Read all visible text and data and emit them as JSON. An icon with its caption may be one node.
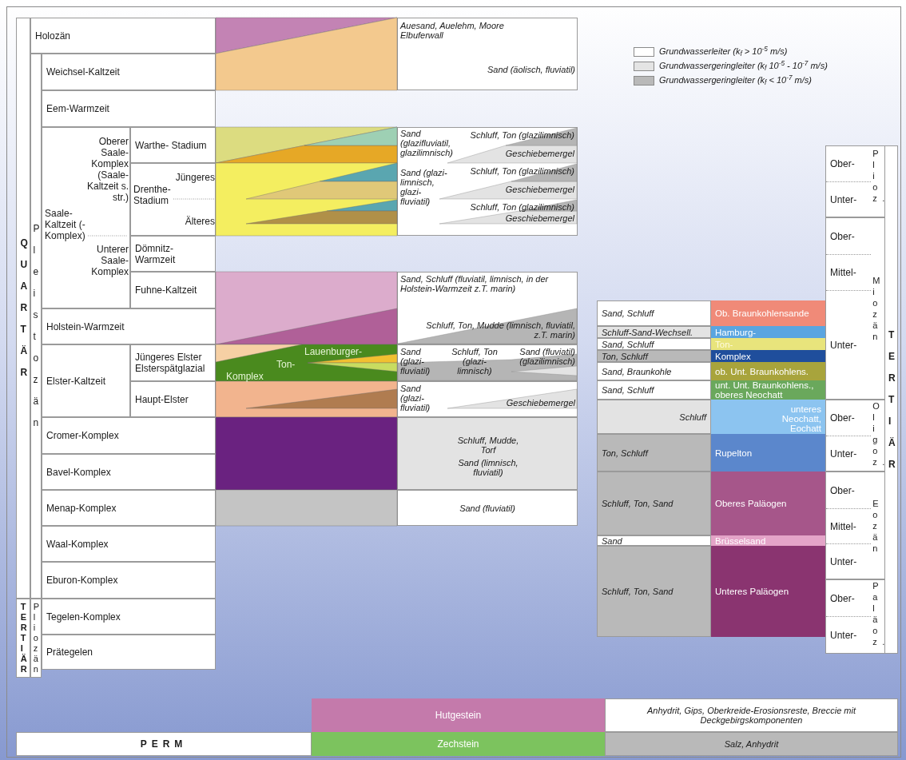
{
  "diagram": {
    "nodes": [
      {
        "text": [
          "QUARTÄR"
        ]
      },
      {
        "text": [
          "Holozän"
        ]
      },
      {
        "text": [
          "Pleistozän"
        ]
      },
      {
        "text": [
          "Weichsel-Kaltzeit"
        ]
      },
      {
        "text": [
          "Eem-Warmzeit"
        ]
      },
      {
        "text": [
          "Saale- Kaltzeit (-Komplex)",
          "Oberer Saale- Komplex (Saale- Kaltzeit s. str.)",
          "Unterer Saale- Komplex"
        ]
      },
      {
        "text": [
          "Warthe- Stadium"
        ]
      },
      {
        "text": [
          "Drenthe- Stadium",
          "Jüngeres",
          "Älteres"
        ]
      },
      {
        "text": [
          "Dömnitz- Warmzeit"
        ]
      },
      {
        "text": [
          "Fuhne-Kaltzeit"
        ]
      },
      {
        "text": [
          "Holstein-Warmzeit"
        ]
      },
      {
        "text": [
          "Elster-Kaltzeit"
        ]
      },
      {
        "text": [
          "Jüngeres Elster Elsterspätglazial"
        ]
      },
      {
        "text": [
          "Haupt-Elster"
        ]
      },
      {
        "text": [
          "Cromer-Komplex"
        ]
      },
      {
        "text": [
          "Bavel-Komplex"
        ]
      },
      {
        "text": [
          "Menap-Komplex"
        ]
      },
      {
        "text": [
          "Waal-Komplex"
        ]
      },
      {
        "text": [
          "Eburon-Komplex"
        ]
      },
      {
        "text": [
          "TERTIÄR"
        ]
      },
      {
        "text": [
          "Pliozän"
        ]
      },
      {
        "text": [
          "Tegelen-Komplex"
        ]
      },
      {
        "text": [
          "Prätegelen"
        ]
      },
      {
        "text": [
          "Auesand, Auelehm, Moore Elbuferwall",
          "Sand (äolisch, fluviatil)"
        ]
      },
      {
        "text": [
          "Sand (glazifluviatil, glazilimnisch)",
          "Schluff, Ton (glazilimnisch)",
          "Geschiebemergel",
          "Sand (glazi- limnisch, glazi- fluviatil)",
          "Schluff, Ton (glazilimnisch)",
          "Geschiebemergel",
          "Schluff, Ton (glazilimnisch)",
          "Geschiebemergel"
        ]
      },
      {
        "text": [
          "Sand, Schluff (fluviatil, limnisch, in der Holstein-Warmzeit z.T. marin)",
          "Schluff, Ton, Mudde (limnisch, fluviatil, z.T. marin)"
        ]
      },
      {
        "text": [
          "Sand (glazi- fluviatil)",
          "Schluff, Ton (glazi- limnisch)",
          "Sand (fluviatil) (glazilimnisch)"
        ]
      },
      {
        "text": [
          "Sand (glazi- fluviatil)",
          "Geschiebemergel"
        ]
      },
      {
        "text": [
          "Schluff, Mudde, Torf",
          "Sand (limnisch, fluviatil)"
        ]
      },
      {
        "text": [
          "Sand (fluviatil)"
        ]
      },
      {
        "text": [
          "Sand, Schluff"
        ]
      },
      {
        "text": [
          "Ob. Braunkohlensande"
        ]
      },
      {
        "text": [
          "Schluff-Sand-Wechsell."
        ]
      },
      {
        "text": [
          "Hamburg-"
        ]
      },
      {
        "text": [
          "Sand, Schluff"
        ]
      },
      {
        "text": [
          "Ton-"
        ]
      },
      {
        "text": [
          "Ton, Schluff"
        ]
      },
      {
        "text": [
          "Komplex"
        ]
      },
      {
        "text": [
          "Sand, Braunkohle"
        ]
      },
      {
        "text": [
          "ob. Unt. Braunkohlens."
        ]
      },
      {
        "text": [
          "Sand, Schluff"
        ]
      },
      {
        "text": [
          "unt. Unt. Braunkohlens., oberes Neochatt"
        ]
      },
      {
        "text": [
          "Schluff"
        ]
      },
      {
        "text": [
          "unteres Neochatt, Eochatt"
        ]
      },
      {
        "text": [
          "Ton, Schluff"
        ]
      },
      {
        "text": [
          "Rupelton"
        ]
      },
      {
        "text": [
          "Schluff, Ton, Sand"
        ]
      },
      {
        "text": [
          "Oberes Paläogen"
        ]
      },
      {
        "text": [
          "Sand"
        ]
      },
      {
        "text": [
          "Brüsselsand"
        ]
      },
      {
        "text": [
          "Schluff, Ton, Sand"
        ]
      },
      {
        "text": [
          "Unteres Paläogen"
        ]
      },
      {
        "text": [
          "Plioz."
        ]
      },
      {
        "text": [
          "Ober-"
        ],
        "in": 52
      },
      {
        "text": [
          "Unter-"
        ],
        "in": 52
      },
      {
        "text": [
          "Miozän"
        ]
      },
      {
        "text": [
          "Ober-"
        ],
        "in": 55
      },
      {
        "text": [
          "Mittel-"
        ],
        "in": 55
      },
      {
        "text": [
          "Unter-"
        ],
        "in": 55
      },
      {
        "text": [
          "Oligoz."
        ]
      },
      {
        "text": [
          "Ober-"
        ],
        "in": 59
      },
      {
        "text": [
          "Unter-"
        ],
        "in": 59
      },
      {
        "text": [
          "Eozän"
        ]
      },
      {
        "text": [
          "Ober-"
        ],
        "in": 62
      },
      {
        "text": [
          "Mittel-"
        ],
        "in": 62
      },
      {
        "text": [
          "Unter-"
        ],
        "in": 62
      },
      {
        "text": [
          "Paläoz."
        ]
      },
      {
        "text": [
          "Ober-"
        ],
        "in": 66
      },
      {
        "text": [
          "Unter-"
        ],
        "in": 66
      },
      {
        "text": [
          "TERTIÄR"
        ]
      },
      {
        "text": [
          "Hutgestein"
        ]
      },
      {
        "text": [
          "Anhydrit, Gips, Oberkreide-Erosionsreste, Breccie mit Deckgebirgskomponenten"
        ]
      },
      {
        "text": [
          "PERM"
        ]
      },
      {
        "text": [
          "Zechstein"
        ]
      },
      {
        "text": [
          "Salz, Anhydrit"
        ]
      }
    ],
    "labels": [
      "Lauenburger-",
      "Ton-",
      "Komplex"
    ],
    "legend": [
      {
        "text": "Grundwasserleiter (k$_{f}$ > 10$^{-5}$ m/s)",
        "color": "#ffffff"
      },
      {
        "text": "Grundwassergeringleiter (k$_{f}$ 10$^{-5}$ - 10$^{-7}$ m/s)",
        "color": "#e4e4e4"
      },
      {
        "text": "Grundwassergeringleiter (k$_{f}$ < 10$^{-7}$ m/s)",
        "color": "#b9b9b9"
      }
    ]
  }
}
